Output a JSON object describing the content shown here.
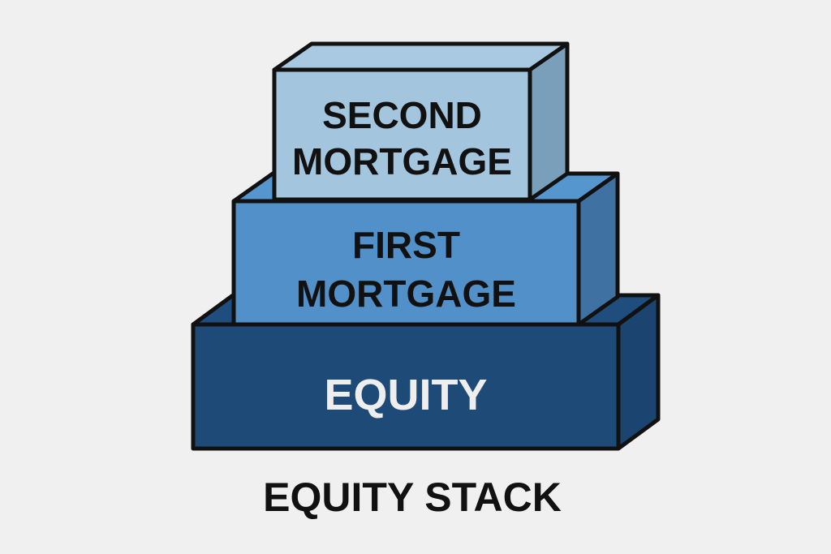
{
  "title": "EQUITY STACK",
  "layers": [
    {
      "id": "equity",
      "lines": [
        "EQUITY"
      ],
      "colors": {
        "front": "#1e4a78",
        "top": "#1f4e7e",
        "side": "#1b4570",
        "text": "#eeeeee"
      }
    },
    {
      "id": "first-mortgage",
      "lines": [
        "FIRST",
        "MORTGAGE"
      ],
      "colors": {
        "front": "#5190c8",
        "top": "#5596ce",
        "side": "#3f72a2",
        "text": "#111111"
      }
    },
    {
      "id": "second-mortgage",
      "lines": [
        "SECOND",
        "MORTGAGE"
      ],
      "colors": {
        "front": "#a3c5de",
        "top": "#a8c9e1",
        "side": "#7a9fba",
        "text": "#111111"
      }
    }
  ],
  "colors": {
    "outline": "#111111",
    "background": "#f0f0f0"
  }
}
